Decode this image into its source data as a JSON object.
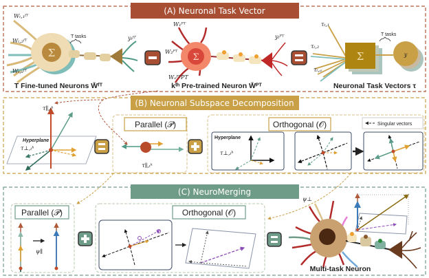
{
  "section_a": {
    "banner": "(A) Neuronal Task Vector",
    "banner_color": "#a84e33",
    "fine_tuned_inputs": [
      "Wₜ,₁ᶠᵀ",
      "Wₜ,₂ᶠᵀ",
      "Wₜ,ₐᶠᵀ"
    ],
    "fine_tuned_output": "yₜᶠᵀ",
    "t_tasks": "T tasks",
    "fine_tuned_caption": "T Fine-tuned Neurons W̄ᶠᵀ",
    "pretrained_inputs": [
      "W₁ᴾᵀ",
      "W₂ᴾᵀ",
      "WₐᴾᵀPT"
    ],
    "pretrained_output": "yₜᴾᵀ",
    "pretrained_caption": "kᵗʰ Pre-trained Neuron W̄ᴾᵀ",
    "task_vector_inputs": [
      "τₜ,₁",
      "τₜ,₂",
      "τₜ,ₐ"
    ],
    "task_vector_t_tasks": "T tasks",
    "task_vector_output": "y",
    "task_vector_caption": "Neuronal Task Vectors τ",
    "sum_symbol": "Σ",
    "minus": "−",
    "equals": "="
  },
  "section_b": {
    "banner": "(B) Neuronal Subspace Decomposition",
    "banner_color": "#c9a046",
    "parallel_component_label": "τ∥,ₜᵏ",
    "orthogonal_component_label": "τ⊥,ₜᵏ",
    "hyperplane": "Hyperplane",
    "equals": "=",
    "plus": "+",
    "parallel_title": "Parallel (𝒫)",
    "orthogonal_title": "Orthogonal (𝒪)",
    "legend_singular_vectors": "Singular vectors",
    "parallel_box_label": "τ∥,ₜᵏ",
    "orth_box_hyperplane": "Hyperplane",
    "orth_box_label": "τ⊥,ₜᵏ"
  },
  "section_c": {
    "banner": "(C) NeuroMerging",
    "banner_color": "#6f9b89",
    "parallel_title": "Parallel (𝒫)",
    "psi_parallel": "ψ∥",
    "plus": "+",
    "orthogonal_title": "Orthogonal (𝒪)",
    "equals": "=",
    "psi_perp": "ψ⊥",
    "multi_task_caption": "Multi-task Neuron"
  }
}
